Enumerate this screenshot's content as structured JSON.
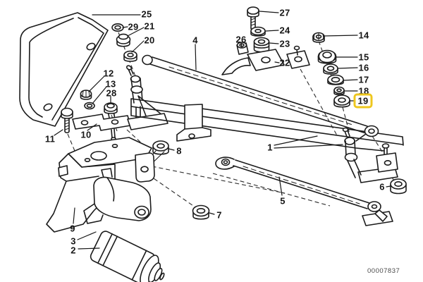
{
  "diagram": {
    "type": "exploded-parts-diagram",
    "drawing_number": "00007837",
    "highlighted_part": "19",
    "colors": {
      "line": "#1b1b1b",
      "background": "#ffffff",
      "highlight": "#eec71e"
    },
    "callouts": [
      {
        "label": "1"
      },
      {
        "label": "2"
      },
      {
        "label": "3"
      },
      {
        "label": "4"
      },
      {
        "label": "5"
      },
      {
        "label": "6"
      },
      {
        "label": "7"
      },
      {
        "label": "8"
      },
      {
        "label": "9"
      },
      {
        "label": "10"
      },
      {
        "label": "11"
      },
      {
        "label": "12"
      },
      {
        "label": "13"
      },
      {
        "label": "14"
      },
      {
        "label": "15"
      },
      {
        "label": "16"
      },
      {
        "label": "17"
      },
      {
        "label": "18"
      },
      {
        "label": "19",
        "highlighted": true
      },
      {
        "label": "20"
      },
      {
        "label": "21"
      },
      {
        "label": "22"
      },
      {
        "label": "23"
      },
      {
        "label": "24"
      },
      {
        "label": "25"
      },
      {
        "label": "26"
      },
      {
        "label": "27"
      },
      {
        "label": "28"
      },
      {
        "label": "29"
      }
    ]
  }
}
